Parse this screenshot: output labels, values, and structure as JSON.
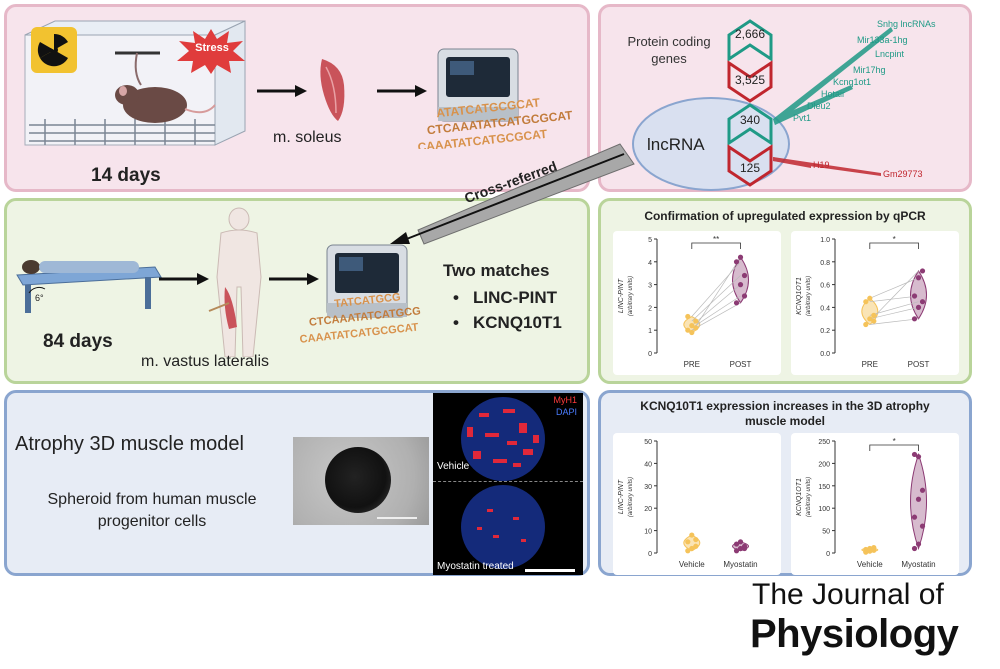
{
  "top": {
    "stress_label": "Stress",
    "duration": "14 days",
    "muscle": "m. soleus",
    "protein_coding_label": "Protein coding genes",
    "up_count": "2,666",
    "down_count": "3,525",
    "lncrna_label": "lncRNA",
    "lnc_up_count": "340",
    "lnc_down_count": "125",
    "up_genes": [
      "Snhg lncRNAs",
      "Mir133a-1hg",
      "Lncpint",
      "Mir17hg",
      "Kcnq1ot1",
      "Hotair",
      "Dleu2",
      "Pvt1"
    ],
    "down_genes": [
      "H19",
      "Gm29773"
    ],
    "seq_text": "CTCAAATATCATGCGCAT"
  },
  "cross_label": "Cross-referred",
  "middle": {
    "duration": "84 days",
    "muscle": "m. vastus lateralis",
    "matches_title": "Two matches",
    "matches": [
      "LINC-PINT",
      "KCNQ10T1"
    ],
    "bed_angle": "6°",
    "qpcr_title": "Confirmation of upregulated expression by qPCR",
    "chart_left": {
      "ylabel": "LINC-PINT",
      "yunit": "(arbitrary units)",
      "sig": "**",
      "yticks": [
        "0",
        "1",
        "2",
        "3",
        "4",
        "5"
      ]
    },
    "chart_right": {
      "ylabel": "KCNQ1OT1",
      "yunit": "(arbitrary units)",
      "sig": "*",
      "yticks": [
        "0.0",
        "0.2",
        "0.4",
        "0.6",
        "0.8",
        "1.0"
      ]
    }
  },
  "bottom": {
    "title": "Atrophy 3D muscle model",
    "subtitle": "Spheroid from human muscle progenitor cells",
    "stain_legend": [
      "MyH1",
      "DAPI"
    ],
    "vehicle_label": "Vehicle",
    "treated_label": "Myostatin treated",
    "chart_panel_title": "KCNQ10T1 expression increases in the 3D atrophy muscle model",
    "chart_left": {
      "ylabel": "LINC-PINT",
      "yunit": "(arbitrary units)",
      "yticks": [
        "0",
        "10",
        "20",
        "30",
        "40",
        "50"
      ]
    },
    "chart_right": {
      "ylabel": "KCNQ1OT1",
      "yunit": "(arbitrary units)",
      "sig": "*",
      "yticks": [
        "0",
        "50",
        "100",
        "150",
        "200",
        "250"
      ]
    }
  },
  "journal": {
    "line1": "The Journal of",
    "line2": "Physiology"
  },
  "colors": {
    "pink_bg": "#f7e4ec",
    "pink_border": "#e6b8c8",
    "green_bg": "#eef4e4",
    "green_border": "#b9d49a",
    "blue_bg": "#e7ecf5",
    "blue_border": "#8aa5cf",
    "teal": "#1f9a86",
    "red": "#c0262e",
    "yellow": "#f5c35a",
    "purple": "#8c3b74"
  },
  "chart_data": [
    {
      "type": "scatter",
      "title": "",
      "ylabel": "LINC-PINT (arbitrary units)",
      "categories": [
        "PRE",
        "POST"
      ],
      "ylim": [
        0,
        5
      ],
      "series": [
        {
          "values_pre": [
            1.0,
            1.2,
            1.4,
            1.6,
            0.9,
            1.1
          ],
          "values_post": [
            2.2,
            3.0,
            3.4,
            4.0,
            4.2,
            2.5
          ]
        }
      ]
    },
    {
      "type": "scatter",
      "title": "",
      "ylabel": "KCNQ1OT1 (arbitrary units)",
      "categories": [
        "PRE",
        "POST"
      ],
      "ylim": [
        0,
        1.0
      ],
      "series": [
        {
          "values_pre": [
            0.25,
            0.3,
            0.33,
            0.45,
            0.48,
            0.28
          ],
          "values_post": [
            0.3,
            0.4,
            0.45,
            0.5,
            0.66,
            0.72
          ]
        }
      ]
    },
    {
      "type": "scatter",
      "title": "",
      "ylabel": "LINC-PINT (arbitrary units)",
      "categories": [
        "Vehicle",
        "Myostatin"
      ],
      "ylim": [
        0,
        50
      ],
      "series": [
        {
          "values_pre": [
            1,
            2,
            3,
            5,
            8,
            6
          ],
          "values_post": [
            1,
            2,
            3,
            4,
            5,
            2
          ]
        }
      ]
    },
    {
      "type": "scatter",
      "title": "",
      "ylabel": "KCNQ1OT1 (arbitrary units)",
      "categories": [
        "Vehicle",
        "Myostatin"
      ],
      "ylim": [
        0,
        250
      ],
      "series": [
        {
          "values_pre": [
            2,
            4,
            6,
            8,
            10,
            12,
            3
          ],
          "values_post": [
            10,
            20,
            60,
            80,
            120,
            140,
            220,
            215
          ]
        }
      ]
    }
  ]
}
